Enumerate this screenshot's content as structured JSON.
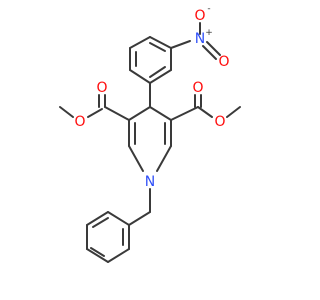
{
  "molecule": {
    "atoms": {
      "n_nitro": "N",
      "n_nitro_charge": "+",
      "o_nitro_top": "O",
      "o_nitro_top_charge": "-",
      "o_nitro_right": "O",
      "o_carbonyl_left": "O",
      "o_ether_left": "O",
      "o_carbonyl_right": "O",
      "o_ether_right": "O",
      "n_ring": "N"
    },
    "colors": {
      "bond": "#3a3a3a",
      "oxygen": "#ff0d0d",
      "nitrogen": "#3050f8",
      "charge": "#3a3a3a"
    }
  }
}
